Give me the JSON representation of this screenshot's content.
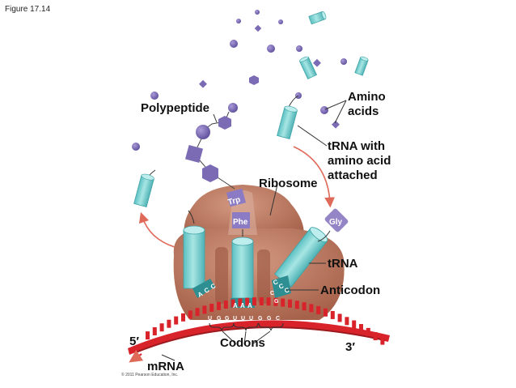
{
  "figure_label": "Figure 17.14",
  "labels": {
    "polypeptide": "Polypeptide",
    "amino_acids_line1": "Amino",
    "amino_acids_line2": "acids",
    "trna_with_line1": "tRNA with",
    "trna_with_line2": "amino acid",
    "trna_with_line3": "attached",
    "ribosome": "Ribosome",
    "trna": "tRNA",
    "anticodon": "Anticodon",
    "codons": "Codons",
    "mrna": "mRNA",
    "five_prime": "5′",
    "three_prime": "3′"
  },
  "amino_acid_tags": {
    "trp": "Trp",
    "phe": "Phe",
    "gly": "Gly"
  },
  "anticodons": {
    "left": [
      "A",
      "C",
      "C"
    ],
    "middle": [
      "A",
      "A",
      "A"
    ],
    "right": [
      "C",
      "C",
      "C"
    ]
  },
  "incoming_pair_bases": [
    "C",
    "G"
  ],
  "mrna_bases": [
    "U",
    "G",
    "G",
    "U",
    "U",
    "U",
    "G",
    "G",
    "C"
  ],
  "copyright": "© 2011 Pearson Education, Inc.",
  "colors": {
    "ribosome": "#bf7d65",
    "ribosome_dark": "#a8634c",
    "trna": "#7fd3d3",
    "trna_dark": "#3fa3a6",
    "amino_acid": "#7b6bb5",
    "mrna": "#d8232a",
    "arrow": "#e06a5a"
  }
}
